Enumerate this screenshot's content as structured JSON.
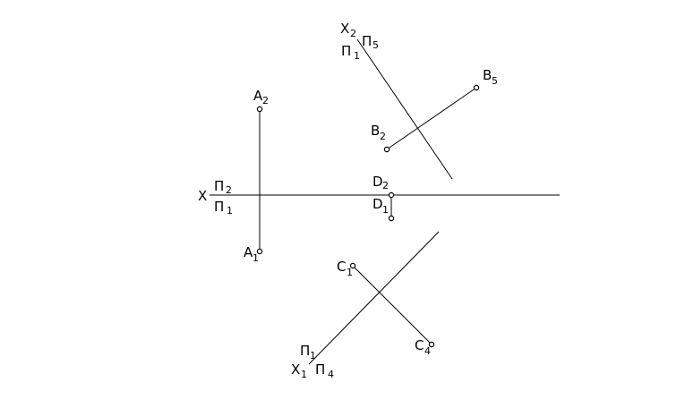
{
  "axes": {
    "x": {
      "main": "X",
      "sub_top": "2",
      "sub_bottom": "1"
    },
    "x1": {
      "main": "X",
      "sub": "1",
      "plane_top_main": "Π",
      "plane_top_sub": "1",
      "plane_bottom_main": "Π",
      "plane_bottom_sub": "4"
    },
    "x2": {
      "main": "X",
      "sub": "2",
      "plane_top_main": "Π",
      "plane_top_sub": "5",
      "plane_bottom_main": "Π",
      "plane_bottom_sub": "1"
    }
  },
  "main_planes": {
    "top_main": "Π",
    "top_sub": "2",
    "bottom_main": "Π",
    "bottom_sub": "1"
  },
  "points": {
    "a2": {
      "main": "A",
      "sub": "2"
    },
    "a1": {
      "main": "A",
      "sub": "1"
    },
    "b2": {
      "main": "B",
      "sub": "2"
    },
    "b5": {
      "main": "B",
      "sub": "5"
    },
    "c1": {
      "main": "C",
      "sub": "1"
    },
    "c4": {
      "main": "C",
      "sub": "4"
    },
    "d2": {
      "main": "D",
      "sub": "2"
    },
    "d1": {
      "main": "D",
      "sub": "1"
    }
  }
}
